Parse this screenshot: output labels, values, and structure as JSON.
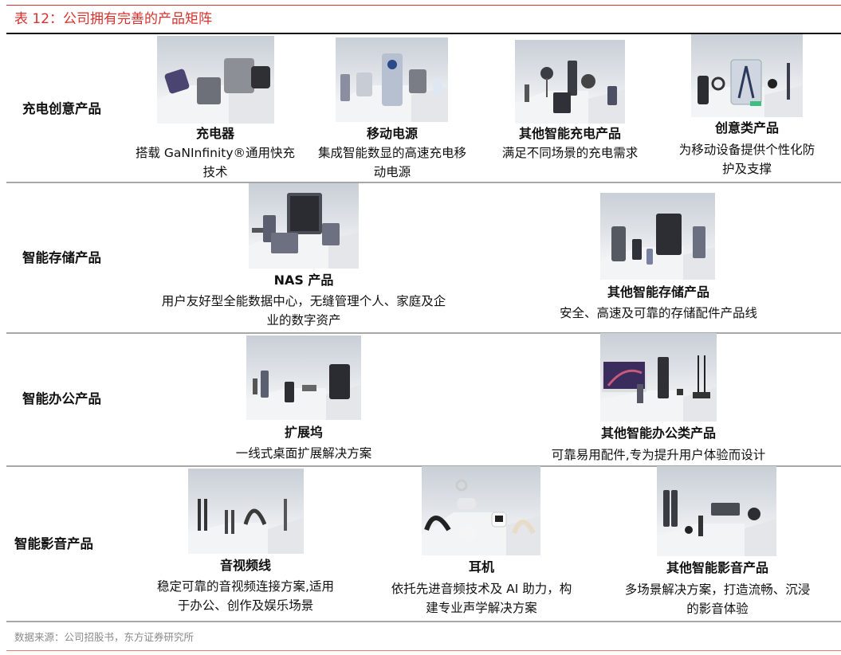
{
  "header": {
    "title": "表 12：公司拥有完善的产品矩阵"
  },
  "rows": [
    {
      "category": "充电创意产品",
      "products": [
        {
          "name": "充电器",
          "desc_lines": [
            "搭载 GaNInfinity®通用快充",
            "技术"
          ],
          "image": "chargers-product-image"
        },
        {
          "name": "移动电源",
          "desc_lines": [
            "集成智能数显的高速充电移",
            "动电源"
          ],
          "image": "power-banks-product-image"
        },
        {
          "name": "其他智能充电产品",
          "desc_lines": [
            "满足不同场景的充电需求"
          ],
          "image": "other-charging-product-image"
        },
        {
          "name": "创意类产品",
          "desc_lines": [
            "为移动设备提供个性化防",
            "护及支撑"
          ],
          "image": "creative-accessories-product-image"
        }
      ]
    },
    {
      "category": "智能存储产品",
      "products": [
        {
          "name": "NAS 产品",
          "desc_lines": [
            "用户友好型全能数据中心，无缝管理个人、家庭及企",
            "业的数字资产"
          ],
          "image": "nas-product-image"
        },
        {
          "name": "其他智能存储产品",
          "desc_lines": [
            "安全、高速及可靠的存储配件产品线"
          ],
          "image": "other-storage-product-image"
        }
      ]
    },
    {
      "category": "智能办公产品",
      "products": [
        {
          "name": "扩展坞",
          "desc_lines": [
            "一线式桌面扩展解决方案"
          ],
          "image": "docking-station-product-image"
        },
        {
          "name": "其他智能办公类产品",
          "desc_lines": [
            "可靠易用配件,专为提升用户体验而设计"
          ],
          "image": "other-office-product-image"
        }
      ]
    },
    {
      "category": "智能影音产品",
      "products": [
        {
          "name": "音视频线",
          "desc_lines": [
            "稳定可靠的音视频连接方案,适用",
            "于办公、创作及娱乐场景"
          ],
          "image": "av-cables-product-image"
        },
        {
          "name": "耳机",
          "desc_lines": [
            "依托先进音频技术及 AI 助力，构",
            "建专业声学解决方案"
          ],
          "image": "headphones-product-image"
        },
        {
          "name": "其他智能影音产品",
          "desc_lines": [
            "多场景解决方案，打造流畅、沉浸",
            "的影音体验"
          ],
          "image": "other-av-product-image"
        }
      ]
    }
  ],
  "footer": {
    "source": "数据来源：公司招股书，东方证券研究所"
  },
  "colors": {
    "title_red": "#d9302c",
    "bottom_rule": "#e67a75",
    "row_rule": "#a8a8a8",
    "source_gray": "#8a8a8a"
  }
}
